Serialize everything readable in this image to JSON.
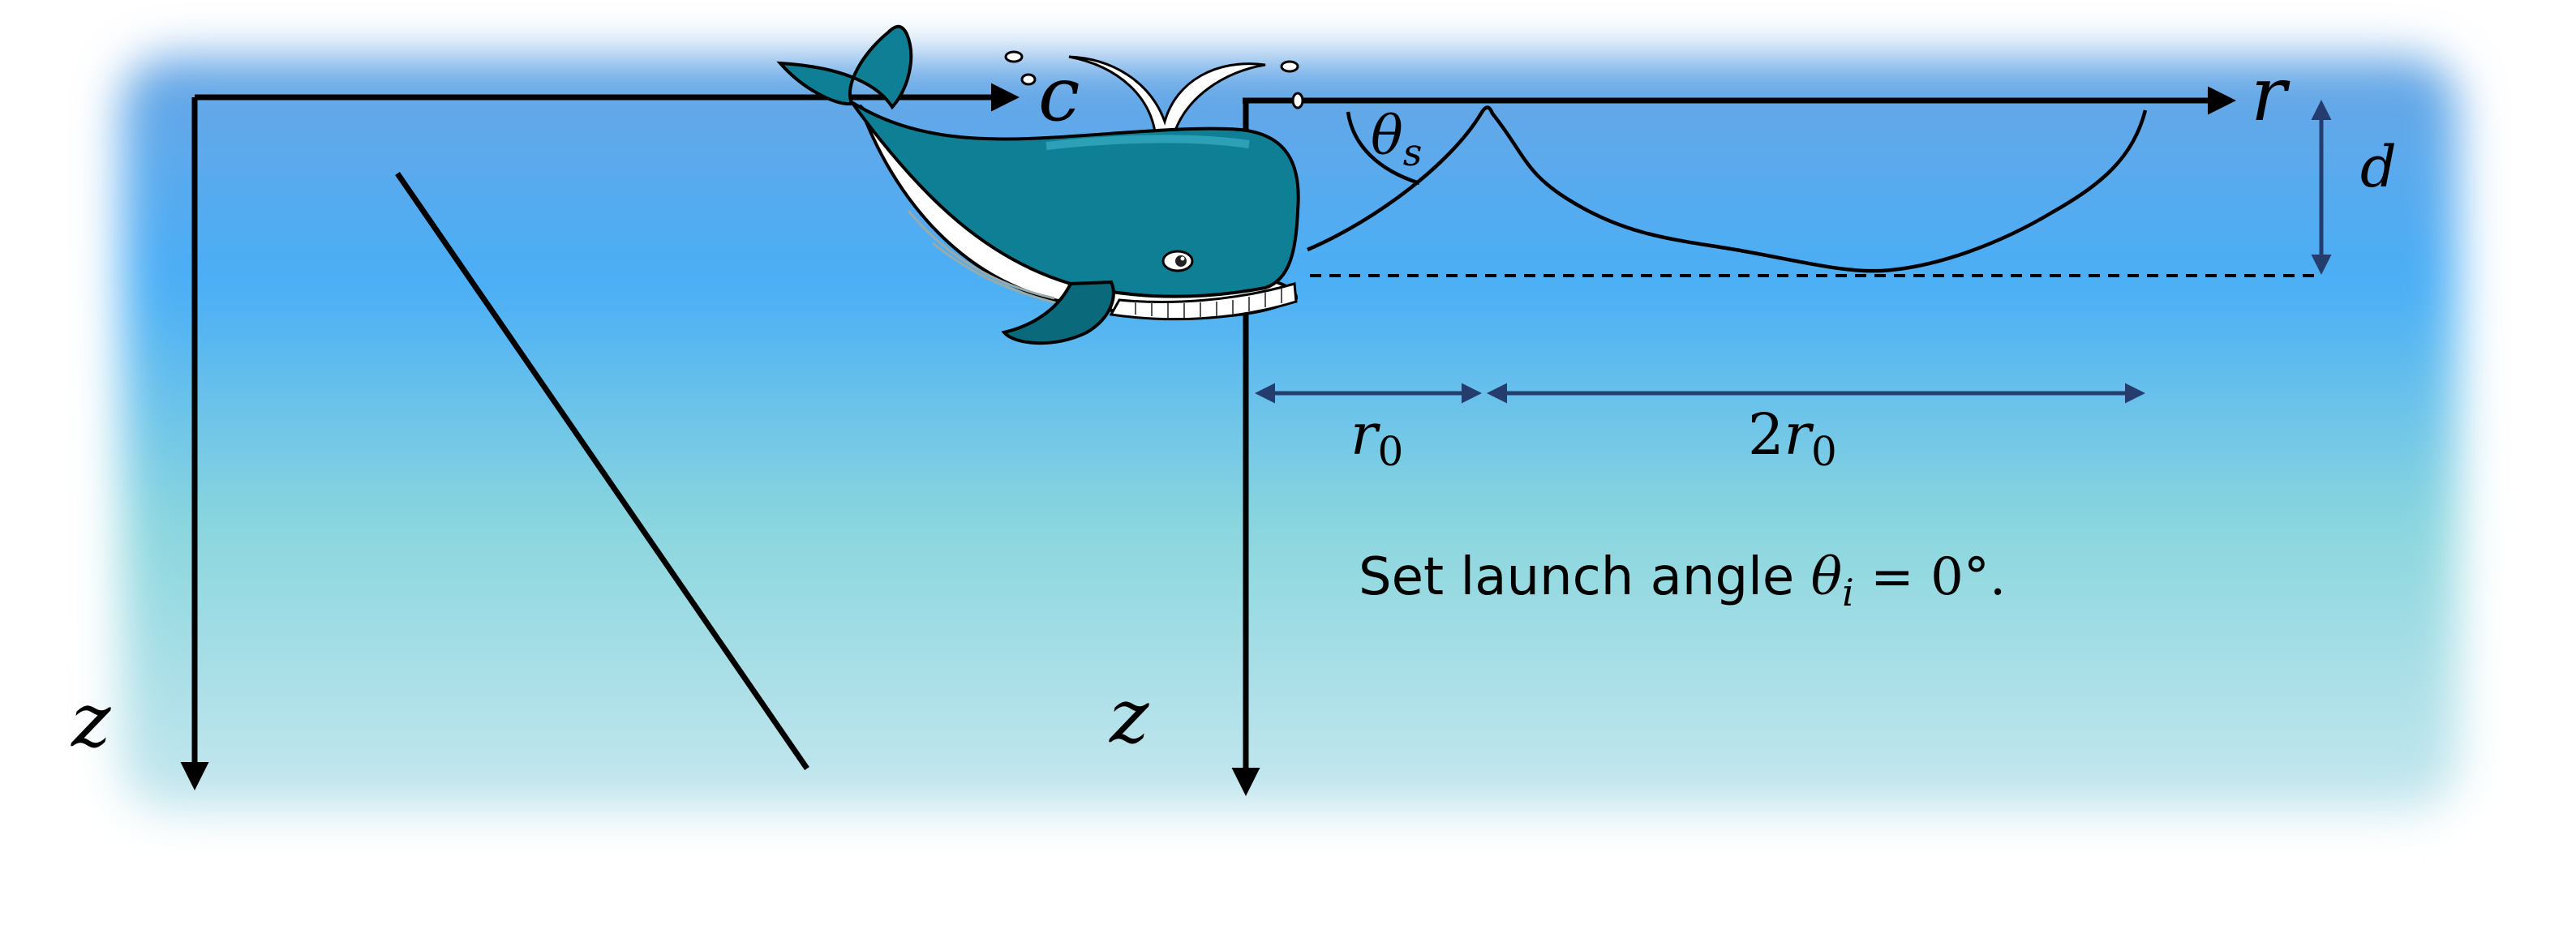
{
  "background": {
    "gradient_colors": [
      "#5aa3e8",
      "#4aaef5",
      "#8fdadb",
      "#bfe6ee"
    ],
    "whale_body": "#0f7f95",
    "whale_belly": "#ffffff"
  },
  "left_panel": {
    "horizontal_axis_label": "c",
    "vertical_axis_label": "z"
  },
  "right_panel": {
    "horizontal_axis_label": "r",
    "vertical_axis_label": "z",
    "depth_label": "d",
    "angle_label": "θ",
    "angle_subscript": "s",
    "dim1_label": "r",
    "dim1_subscript": "0",
    "dim2_prefix": "2",
    "dim2_label": "r",
    "dim2_subscript": "0",
    "caption_prefix": "Set launch angle ",
    "caption_theta": "θ",
    "caption_theta_subscript": "i",
    "caption_suffix": " = 0°."
  },
  "icons": {
    "whale": "whale-icon",
    "spout": "water-spout-icon"
  }
}
